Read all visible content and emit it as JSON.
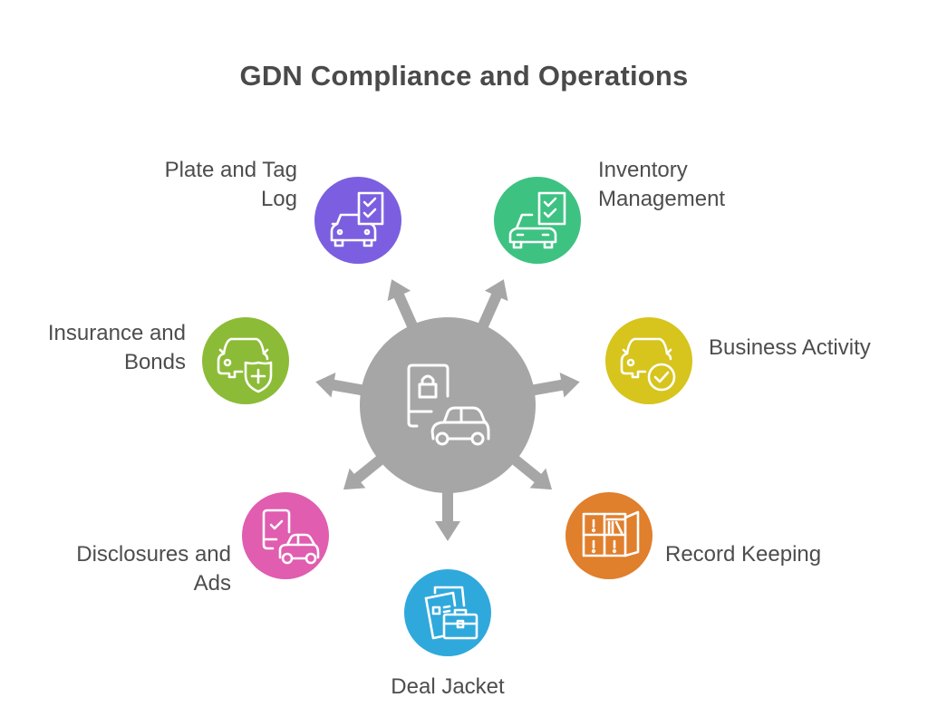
{
  "title": "GDN Compliance and Operations",
  "center": {
    "icon": "lock-phone-car-icon",
    "color": "#a6a6a6"
  },
  "nodes": [
    {
      "id": "plate-and-tag-log",
      "label_line1": "Plate and Tag",
      "label_line2": "Log",
      "color": "#7b5fe0",
      "icon": "car-checklist-icon"
    },
    {
      "id": "inventory-management",
      "label_line1": "Inventory",
      "label_line2": "Management",
      "color": "#3dc282",
      "icon": "car-checklist-icon"
    },
    {
      "id": "insurance-and-bonds",
      "label_line1": "Insurance and",
      "label_line2": "Bonds",
      "color": "#8cbb37",
      "icon": "car-shield-plus-icon"
    },
    {
      "id": "business-activity",
      "label_line1": "Business Activity",
      "label_line2": "",
      "color": "#d7c41d",
      "icon": "car-check-circle-icon"
    },
    {
      "id": "disclosures-and-ads",
      "label_line1": "Disclosures and",
      "label_line2": "Ads",
      "color": "#e05db0",
      "icon": "phone-check-car-icon"
    },
    {
      "id": "record-keeping",
      "label_line1": "Record Keeping",
      "label_line2": "",
      "color": "#e07f2c",
      "icon": "cabinet-files-icon"
    },
    {
      "id": "deal-jacket",
      "label_line1": "Deal Jacket",
      "label_line2": "",
      "color": "#2fa9dc",
      "icon": "documents-briefcase-icon"
    }
  ]
}
